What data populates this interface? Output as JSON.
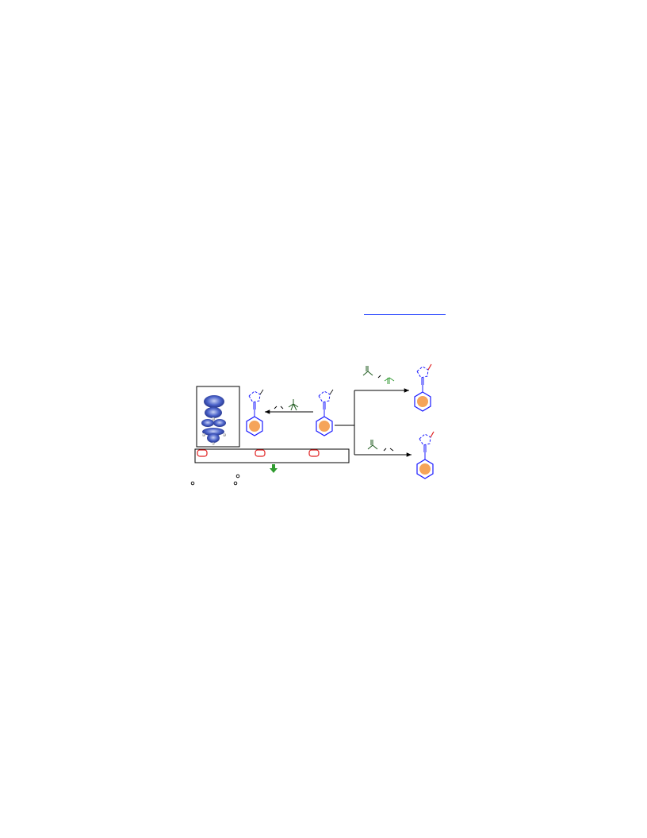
{
  "document": {
    "text_blocks": []
  },
  "colors": {
    "ring_outline": "#1a1aff",
    "ring_fill": "#f5a45a",
    "arrow": "#000000",
    "reagent_dark_green": "#1e5a1e",
    "reagent_light_green": "#3b9e3b",
    "highlight_red": "#e02020",
    "down_arrow_green": "#2f9b2f",
    "orbital_blue": "#2a3f9e",
    "link_blue": "#1f3dff"
  },
  "icons": {
    "orbital_panel": "molecular-orbital-isosurface-image",
    "down_arrow": "green-down-arrow-icon"
  },
  "reaction_scheme": {
    "structures": [
      "starting-triazole-phenyl",
      "left-product-triazole-phenyl",
      "upper-right-product-triazole-phenyl",
      "lower-right-product-triazole-phenyl"
    ],
    "highlight_boxes": 3,
    "degree_markers": 3
  }
}
